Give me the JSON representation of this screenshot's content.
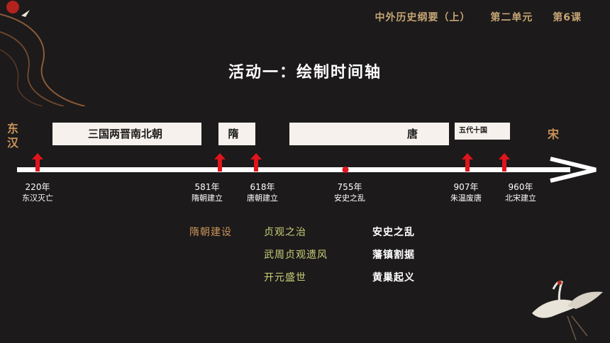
{
  "header": {
    "course": "中外历史纲要（上）",
    "unit": "第二单元",
    "lesson": "第6课"
  },
  "title": "活动一：绘制时间轴",
  "timeline": {
    "start_label": "东汉",
    "end_label": "宋",
    "periods": [
      "三国两晋南北朝",
      "隋",
      "唐",
      "五代十国"
    ],
    "events": [
      {
        "year": "220年",
        "desc": "东汉灭亡"
      },
      {
        "year": "581年",
        "desc": "隋朝建立"
      },
      {
        "year": "618年",
        "desc": "唐朝建立"
      },
      {
        "year": "755年",
        "desc": "安史之乱"
      },
      {
        "year": "907年",
        "desc": "朱温废唐"
      },
      {
        "year": "960年",
        "desc": "北宋建立"
      }
    ]
  },
  "notes": {
    "col1": [
      "隋朝建设"
    ],
    "col2": [
      "贞观之治",
      "武周贞观遗风",
      "开元盛世"
    ],
    "col3": [
      "安史之乱",
      "藩镇割据",
      "黄巢起义"
    ]
  },
  "colors": {
    "background": "#1c1a1a",
    "accent_gold": "#c6a575",
    "accent_orange": "#c9925a",
    "accent_green": "#c9d07a",
    "marker_red": "#e0141c"
  }
}
